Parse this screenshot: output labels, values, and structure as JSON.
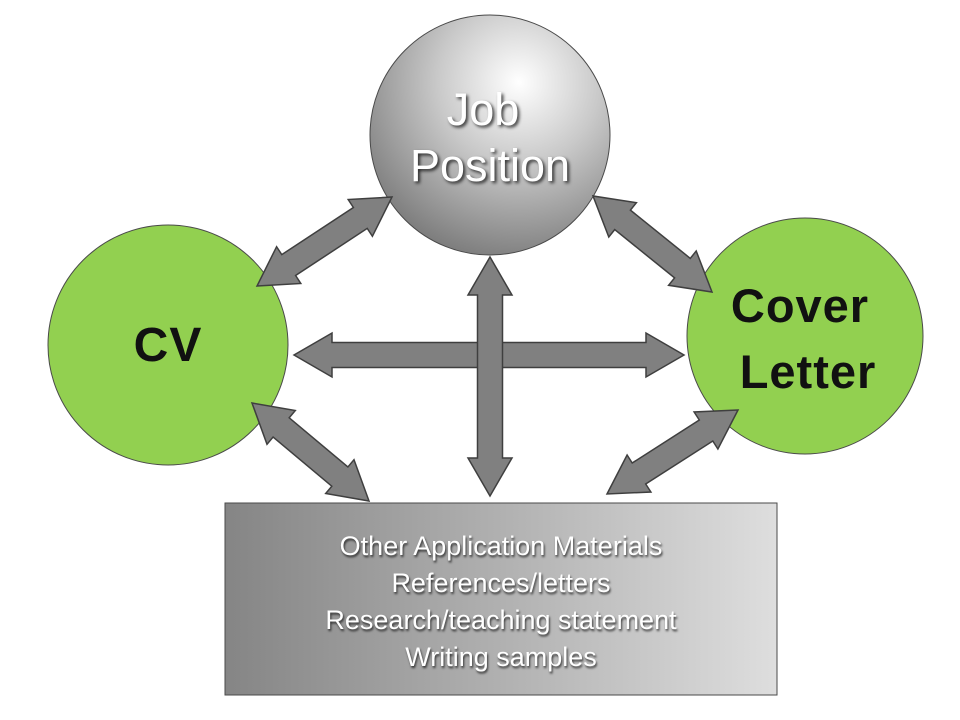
{
  "nodes": {
    "job": {
      "line1": "Job",
      "line2": "Position"
    },
    "cv": {
      "label": "CV"
    },
    "cover": {
      "line1": "Cover",
      "line2": "Letter"
    }
  },
  "materials": {
    "title": "Other Application Materials",
    "items": [
      "References/letters",
      "Research/teaching statement",
      "Writing samples"
    ]
  },
  "colors": {
    "green": "#92D050",
    "arrow_fill": "#808080",
    "arrow_stroke": "#3f3f3f",
    "outline": "#4a4a4a"
  }
}
